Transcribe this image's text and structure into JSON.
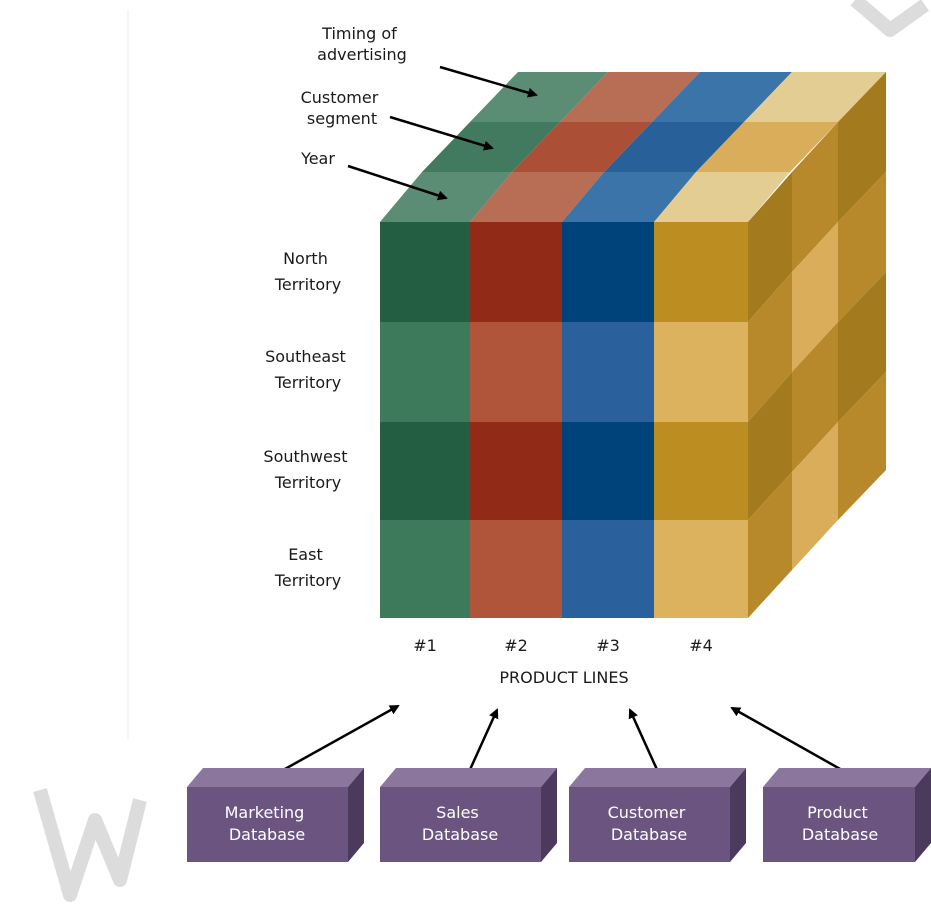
{
  "dimension_labels": {
    "timing": [
      "Timing of",
      "advertising"
    ],
    "segment": [
      "Customer",
      "segment"
    ],
    "year": [
      "Year"
    ]
  },
  "territories": [
    [
      "North",
      "Territory"
    ],
    [
      "Southeast",
      "Territory"
    ],
    [
      "Southwest",
      "Territory"
    ],
    [
      "East",
      "Territory"
    ]
  ],
  "product_columns": [
    "#1",
    "#2",
    "#3",
    "#4"
  ],
  "axis_title": "PRODUCT LINES",
  "databases": [
    [
      "Marketing",
      "Database"
    ],
    [
      "Sales",
      "Database"
    ],
    [
      "Customer",
      "Database"
    ],
    [
      "Product",
      "Database"
    ]
  ],
  "colors": {
    "green_dark": "#245e42",
    "green_light": "#3d7a5c",
    "red_dark": "#912b18",
    "red_light": "#b0553a",
    "blue_dark": "#00437a",
    "blue_light": "#2a609b",
    "gold_dark": "#bc8e22",
    "gold_light": "#dcb25f",
    "database_box": "#6b5580",
    "watermark": "#d8d8d8"
  }
}
